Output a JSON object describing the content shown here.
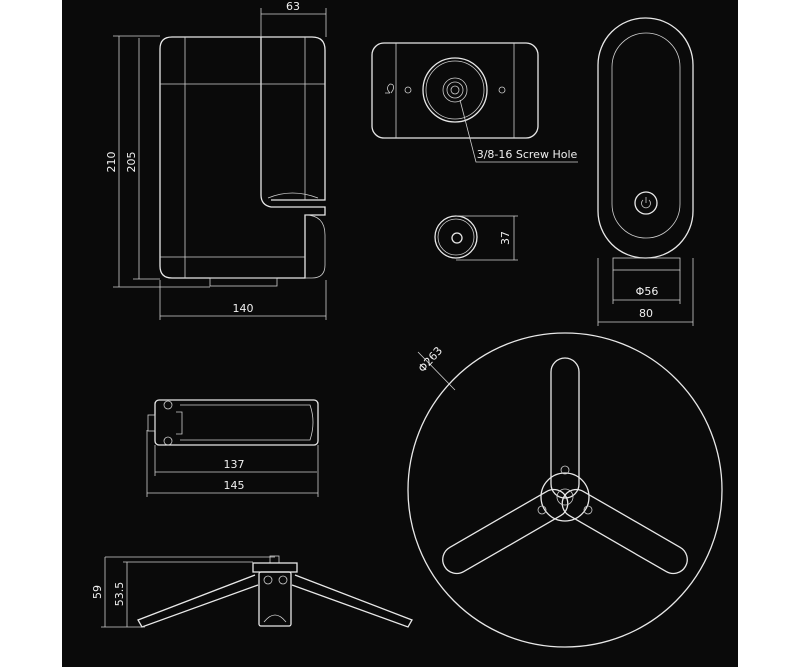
{
  "dimensions": {
    "side_view": {
      "head_width": "63",
      "total_height": "210",
      "body_height": "205",
      "depth": "140"
    },
    "front_view": {
      "screw_hole_label": "3/8-16 Screw Hole"
    },
    "bottom_view": {
      "diameter": "37"
    },
    "rear_view": {
      "base_diameter": "Φ56",
      "width": "80"
    },
    "tripod_folded": {
      "inner_length": "137",
      "total_length": "145"
    },
    "tripod_side": {
      "total_height": "59",
      "base_height": "53.5"
    },
    "tripod_open": {
      "span_diameter": "Φ263"
    }
  }
}
